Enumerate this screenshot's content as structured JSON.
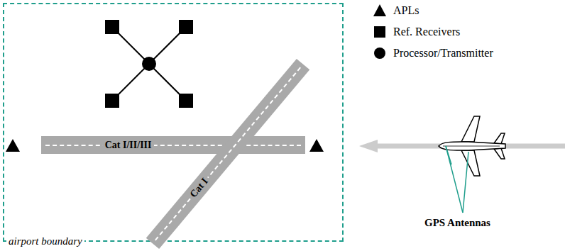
{
  "diagram": {
    "nodes": [
      {
        "text": [
          "airport boundary"
        ]
      },
      {
        "text": [
          "Cat I/II/III"
        ],
        "in": 0
      },
      {
        "text": [
          "Cat I"
        ],
        "in": 0
      }
    ],
    "labels": [
      "GPS Antennas"
    ],
    "legend": [
      {
        "text": "APLs"
      },
      {
        "text": "Ref. Receivers"
      },
      {
        "text": "Processor/Transmitter"
      }
    ]
  }
}
